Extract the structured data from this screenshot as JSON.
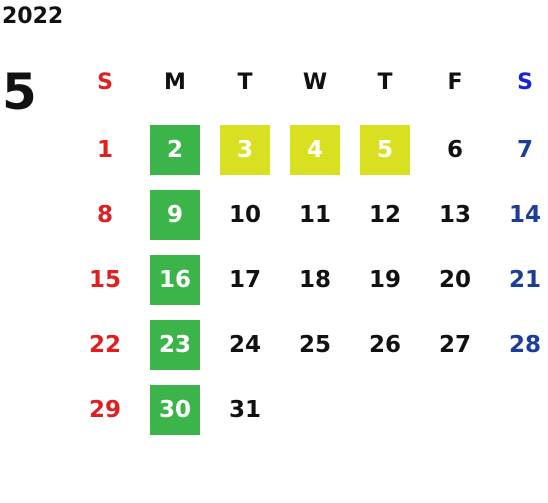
{
  "header": {
    "year": "2022",
    "month": "5"
  },
  "weekdays": [
    "S",
    "M",
    "T",
    "W",
    "T",
    "F",
    "S"
  ],
  "weeks": [
    [
      "1",
      "2",
      "3",
      "4",
      "5",
      "6",
      "7"
    ],
    [
      "8",
      "9",
      "10",
      "11",
      "12",
      "13",
      "14"
    ],
    [
      "15",
      "16",
      "17",
      "18",
      "19",
      "20",
      "21"
    ],
    [
      "22",
      "23",
      "24",
      "25",
      "26",
      "27",
      "28"
    ],
    [
      "29",
      "30",
      "31",
      "",
      "",
      "",
      ""
    ]
  ],
  "colors": {
    "sunday": "#e02020",
    "saturday_header": "#1a22d8",
    "saturday": "#1c3e9a",
    "monday_highlight": "#3bb54a",
    "holiday_highlight": "#d9e021",
    "text": "#111111"
  }
}
